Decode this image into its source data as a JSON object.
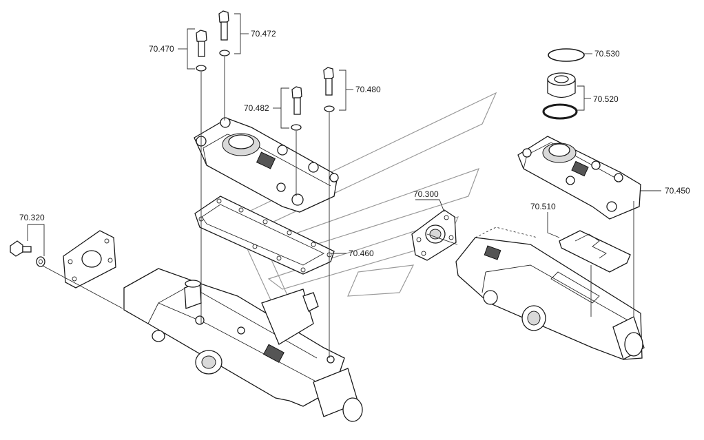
{
  "labels": {
    "p70470": "70.470",
    "p70472": "70.472",
    "p70482": "70.482",
    "p70480": "70.480",
    "p70460": "70.460",
    "p70320": "70.320",
    "p70300": "70.300",
    "p70530": "70.530",
    "p70520": "70.520",
    "p70450": "70.450",
    "p70510": "70.510"
  }
}
